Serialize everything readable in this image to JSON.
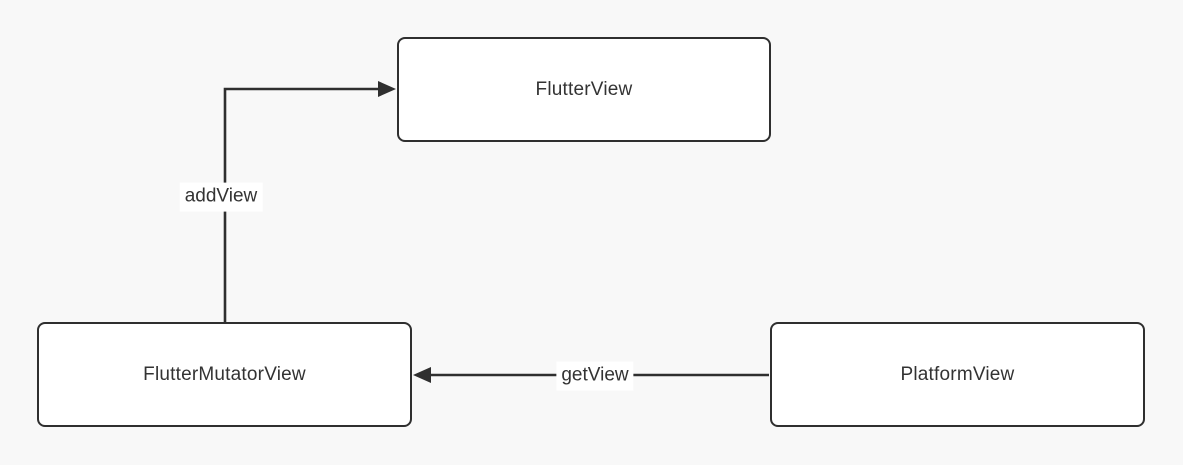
{
  "colors": {
    "background": "#f8f8f8",
    "node_fill": "#ffffff",
    "stroke": "#2f2f2f",
    "text": "#333333",
    "label_bg": "#ffffff"
  },
  "nodes": {
    "flutterview": {
      "label": "FlutterView"
    },
    "fluttermutatorview": {
      "label": "FlutterMutatorView"
    },
    "platformview": {
      "label": "PlatformView"
    }
  },
  "edges": {
    "addview": {
      "label": "addView",
      "from": "FlutterMutatorView",
      "to": "FlutterView",
      "shape": "up-then-right",
      "arrowhead": "filled-triangle"
    },
    "getview": {
      "label": "getView",
      "from": "PlatformView",
      "to": "FlutterMutatorView",
      "shape": "straight-left",
      "arrowhead": "filled-triangle"
    }
  }
}
